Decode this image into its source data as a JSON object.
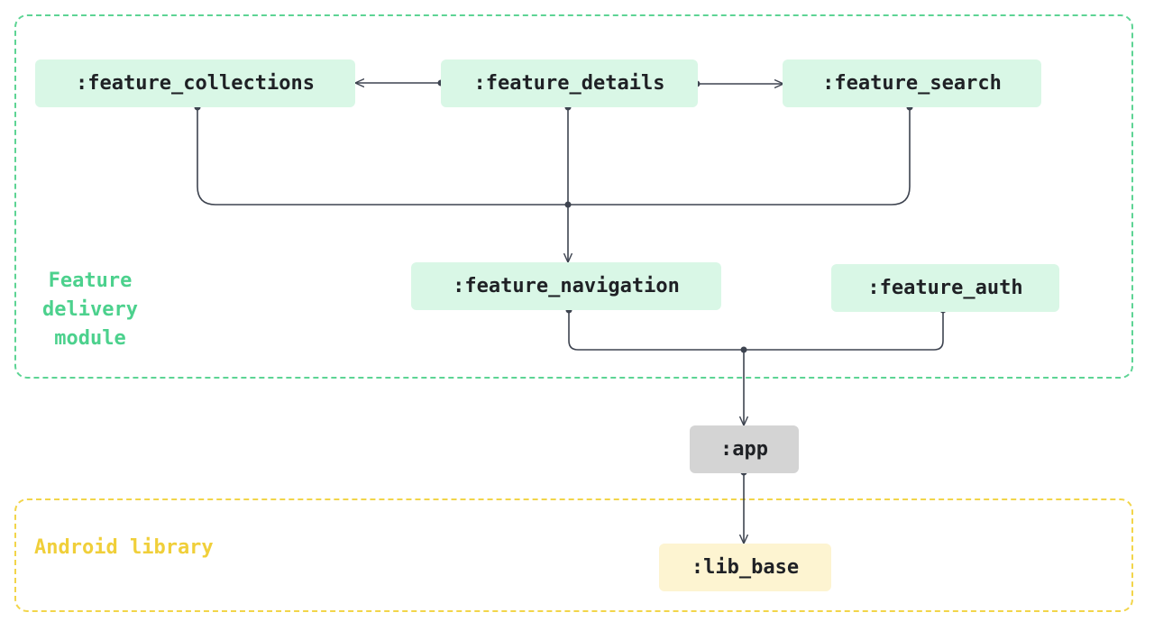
{
  "groups": {
    "feature_delivery": {
      "label": "Feature delivery module",
      "color": "#5dd494"
    },
    "android_library": {
      "label": "Android library",
      "color": "#f2d54a"
    }
  },
  "nodes": {
    "feature_collections": ":feature_collections",
    "feature_details": ":feature_details",
    "feature_search": ":feature_search",
    "feature_navigation": ":feature_navigation",
    "feature_auth": ":feature_auth",
    "app": ":app",
    "lib_base": ":lib_base"
  },
  "edges": [
    {
      "from": "feature_details",
      "to": "feature_collections"
    },
    {
      "from": "feature_details",
      "to": "feature_search"
    },
    {
      "from": "feature_collections",
      "to": "feature_navigation"
    },
    {
      "from": "feature_details",
      "to": "feature_navigation"
    },
    {
      "from": "feature_search",
      "to": "feature_navigation"
    },
    {
      "from": "feature_navigation",
      "to": "app"
    },
    {
      "from": "feature_auth",
      "to": "app"
    },
    {
      "from": "app",
      "to": "lib_base"
    }
  ],
  "colors": {
    "feature_node": "#d9f7e6",
    "app_node": "#d4d4d4",
    "lib_node": "#fdf4d1",
    "edge": "#3e4450"
  }
}
